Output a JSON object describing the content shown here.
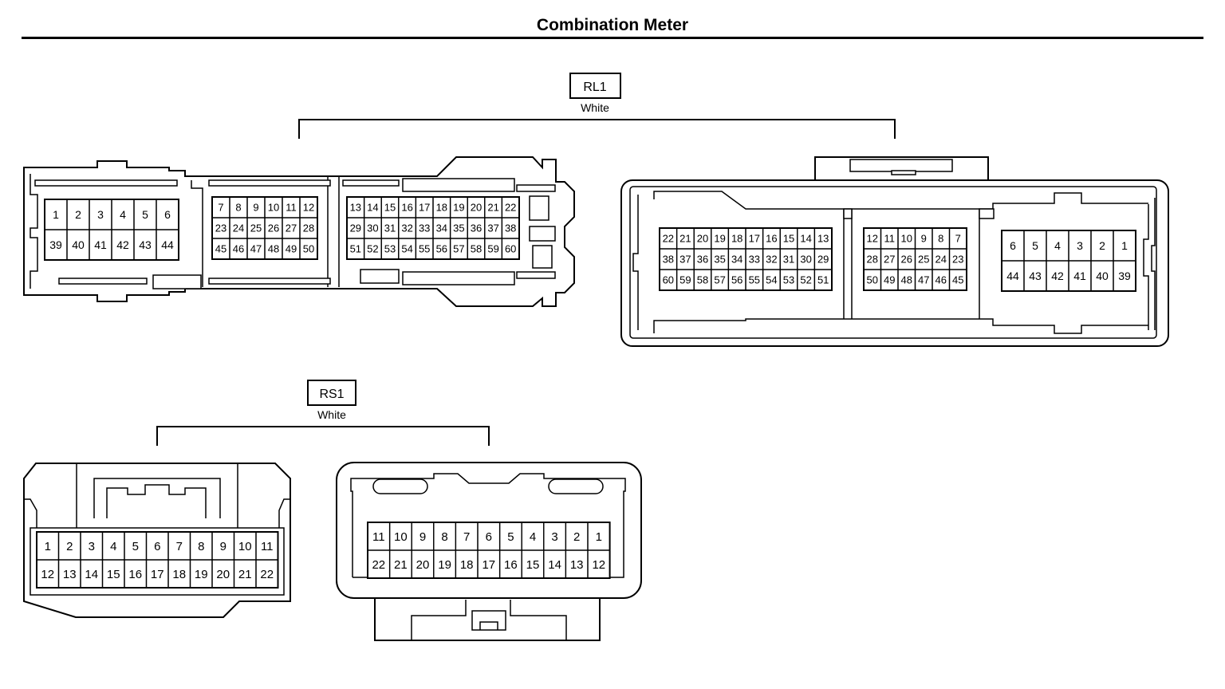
{
  "title": "Combination Meter",
  "connectors": [
    {
      "id": "RL1",
      "color": "White",
      "left_block": {
        "groups": [
          {
            "rows": [
              [
                "1",
                "2",
                "3",
                "4",
                "5",
                "6"
              ],
              [
                "39",
                "40",
                "41",
                "42",
                "43",
                "44"
              ]
            ]
          },
          {
            "rows": [
              [
                "7",
                "8",
                "9",
                "10",
                "11",
                "12"
              ],
              [
                "23",
                "24",
                "25",
                "26",
                "27",
                "28"
              ],
              [
                "45",
                "46",
                "47",
                "48",
                "49",
                "50"
              ]
            ]
          },
          {
            "rows": [
              [
                "13",
                "14",
                "15",
                "16",
                "17",
                "18",
                "19",
                "20",
                "21",
                "22"
              ],
              [
                "29",
                "30",
                "31",
                "32",
                "33",
                "34",
                "35",
                "36",
                "37",
                "38"
              ],
              [
                "51",
                "52",
                "53",
                "54",
                "55",
                "56",
                "57",
                "58",
                "59",
                "60"
              ]
            ]
          }
        ]
      },
      "right_block": {
        "groups": [
          {
            "rows": [
              [
                "22",
                "21",
                "20",
                "19",
                "18",
                "17",
                "16",
                "15",
                "14",
                "13"
              ],
              [
                "38",
                "37",
                "36",
                "35",
                "34",
                "33",
                "32",
                "31",
                "30",
                "29"
              ],
              [
                "60",
                "59",
                "58",
                "57",
                "56",
                "55",
                "54",
                "53",
                "52",
                "51"
              ]
            ]
          },
          {
            "rows": [
              [
                "12",
                "11",
                "10",
                "9",
                "8",
                "7"
              ],
              [
                "28",
                "27",
                "26",
                "25",
                "24",
                "23"
              ],
              [
                "50",
                "49",
                "48",
                "47",
                "46",
                "45"
              ]
            ]
          },
          {
            "rows": [
              [
                "6",
                "5",
                "4",
                "3",
                "2",
                "1"
              ],
              [
                "44",
                "43",
                "42",
                "41",
                "40",
                "39"
              ]
            ]
          }
        ]
      }
    },
    {
      "id": "RS1",
      "color": "White",
      "left_block": {
        "groups": [
          {
            "rows": [
              [
                "1",
                "2",
                "3",
                "4",
                "5",
                "6",
                "7",
                "8",
                "9",
                "10",
                "11"
              ],
              [
                "12",
                "13",
                "14",
                "15",
                "16",
                "17",
                "18",
                "19",
                "20",
                "21",
                "22"
              ]
            ]
          }
        ]
      },
      "right_block": {
        "groups": [
          {
            "rows": [
              [
                "11",
                "10",
                "9",
                "8",
                "7",
                "6",
                "5",
                "4",
                "3",
                "2",
                "1"
              ],
              [
                "22",
                "21",
                "20",
                "19",
                "18",
                "17",
                "16",
                "15",
                "14",
                "13",
                "12"
              ]
            ]
          }
        ]
      }
    }
  ]
}
